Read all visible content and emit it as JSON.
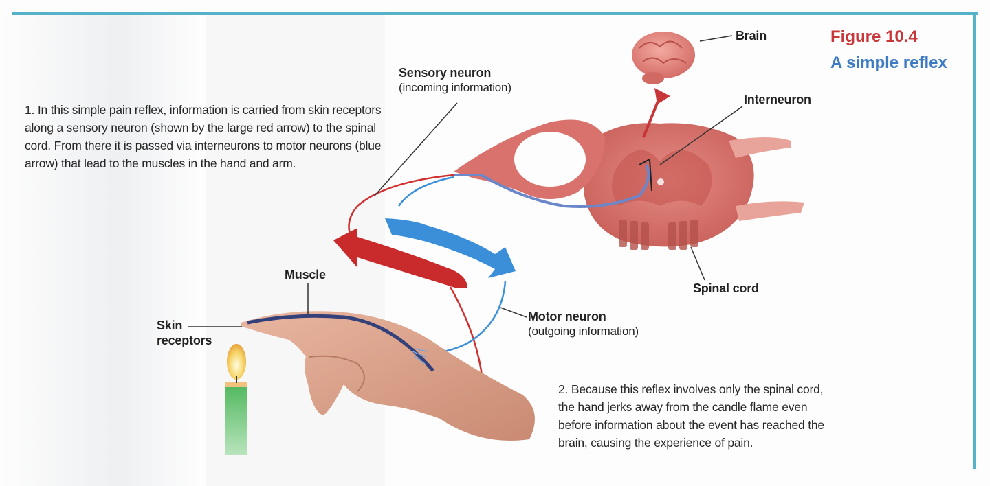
{
  "figure": {
    "number": "Figure 10.4",
    "title": "A simple reflex"
  },
  "paragraphs": {
    "step1": "1. In this simple pain reflex, information is carried from skin receptors along a sensory neuron (shown by the large red arrow) to the spinal cord. From there it is passed via interneurons to motor neurons (blue arrow) that lead to the muscles in the hand and arm.",
    "step2": "2. Because this reflex involves only the spinal cord, the hand jerks away from the candle flame even before information about the event has reached the brain, causing the experience of pain."
  },
  "labels": {
    "brain": "Brain",
    "sensory_neuron": "Sensory neuron",
    "sensory_neuron_sub": "(incoming information)",
    "interneuron": "Interneuron",
    "muscle": "Muscle",
    "skin_receptors_line1": "Skin",
    "skin_receptors_line2": "receptors",
    "motor_neuron": "Motor neuron",
    "motor_neuron_sub": "(outgoing information)",
    "spinal_cord": "Spinal cord"
  },
  "colors": {
    "frame": "#55b3c9",
    "figure_number": "#c9363a",
    "figure_title": "#3c7ac3",
    "sensory": "#d0302f",
    "motor": "#3a8fd6",
    "spinal_cord": "#d9716c",
    "flame": "#f4d36a",
    "candle": "#5cc46a"
  },
  "icons": [
    "brain-illustration",
    "spinal-cord-illustration",
    "hand-illustration",
    "candle-illustration"
  ]
}
